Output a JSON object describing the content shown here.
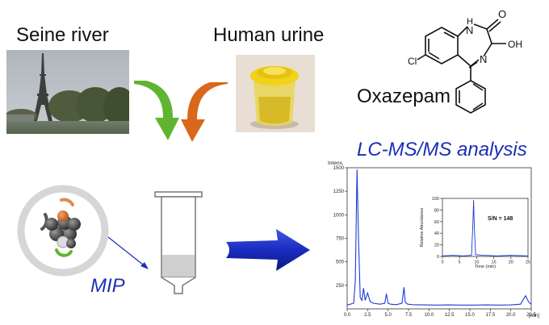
{
  "labels": {
    "seine_river": "Seine river",
    "human_urine": "Human urine",
    "oxazepam": "Oxazepam",
    "lcms": "LC-MS/MS analysis",
    "mip": "MIP"
  },
  "molecule": {
    "h_label": "H",
    "n_label": "N",
    "o_label": "O",
    "oh_label": "OH",
    "cl_label": "Cl"
  },
  "colors": {
    "green_arrow": "#5fb52f",
    "orange_arrow": "#d9681c",
    "blue_accent": "#1b2fb5",
    "chrom_line": "#1c3bd6",
    "mip_ring": "#d6d6d6"
  },
  "chart_data": [
    {
      "type": "line",
      "title": "",
      "xlabel": "[min]",
      "ylabel": "Intens.",
      "xlim": [
        0,
        22.5
      ],
      "ylim": [
        0,
        1500
      ],
      "xticks": [
        "0.0",
        "2.5",
        "5.0",
        "7.5",
        "10.0",
        "12.5",
        "15.0",
        "17.5",
        "20.0",
        "22.5"
      ],
      "yticks": [
        "250",
        "500",
        "750",
        "1000",
        "1250",
        "1500"
      ],
      "series": [
        {
          "x": [
            0,
            0.8,
            1.0,
            1.2,
            1.4,
            1.6,
            1.8,
            2.0,
            2.2,
            2.5,
            2.8,
            3.2,
            4.0,
            4.6,
            4.8,
            5.0,
            5.3,
            6.0,
            6.7,
            6.95,
            7.1,
            7.4,
            8.0,
            9.5,
            11.0,
            12.5,
            14.0,
            15.5,
            17.0,
            18.5,
            20.0,
            21.2,
            21.8,
            22.2,
            22.5
          ],
          "y": [
            40,
            60,
            300,
            1480,
            700,
            120,
            90,
            220,
            90,
            170,
            80,
            60,
            50,
            60,
            160,
            60,
            50,
            45,
            60,
            230,
            70,
            50,
            45,
            42,
            40,
            42,
            40,
            40,
            42,
            40,
            42,
            50,
            140,
            70,
            50
          ]
        }
      ]
    },
    {
      "type": "line",
      "title": "",
      "xlabel": "Time (min)",
      "ylabel": "Relative Abundance",
      "xlim": [
        0,
        25
      ],
      "ylim": [
        0,
        100
      ],
      "xticks": [
        "0",
        "5",
        "10",
        "15",
        "20",
        "25"
      ],
      "yticks": [
        "0",
        "20",
        "40",
        "60",
        "80",
        "100"
      ],
      "annotation": "S/N = 148",
      "series": [
        {
          "x": [
            0,
            3,
            6,
            8.5,
            8.9,
            9.1,
            9.3,
            9.7,
            12,
            16,
            20,
            25
          ],
          "y": [
            1,
            2,
            1,
            2,
            55,
            97,
            55,
            3,
            2,
            1,
            2,
            1
          ]
        }
      ]
    }
  ]
}
